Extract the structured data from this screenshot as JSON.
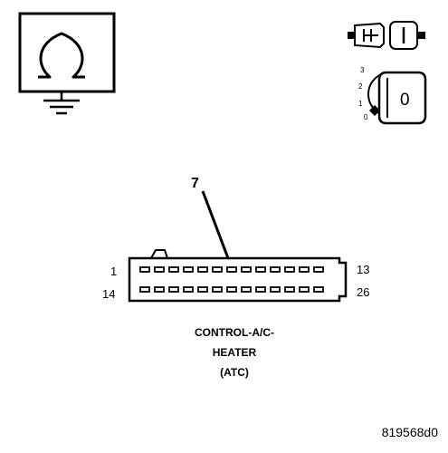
{
  "connector": {
    "pin_callout": "7",
    "pin_first_top": "1",
    "pin_last_top": "13",
    "pin_first_bottom": "14",
    "pin_last_bottom": "26",
    "pins_per_row": 13
  },
  "title": {
    "line1": "CONTROL-A/C-",
    "line2": "HEATER",
    "line3": "(ATC)"
  },
  "ignition": {
    "pos3": "3",
    "pos2": "2",
    "pos1": "1",
    "pos0": "0",
    "key_label": "0"
  },
  "figure_id": "819568d0"
}
